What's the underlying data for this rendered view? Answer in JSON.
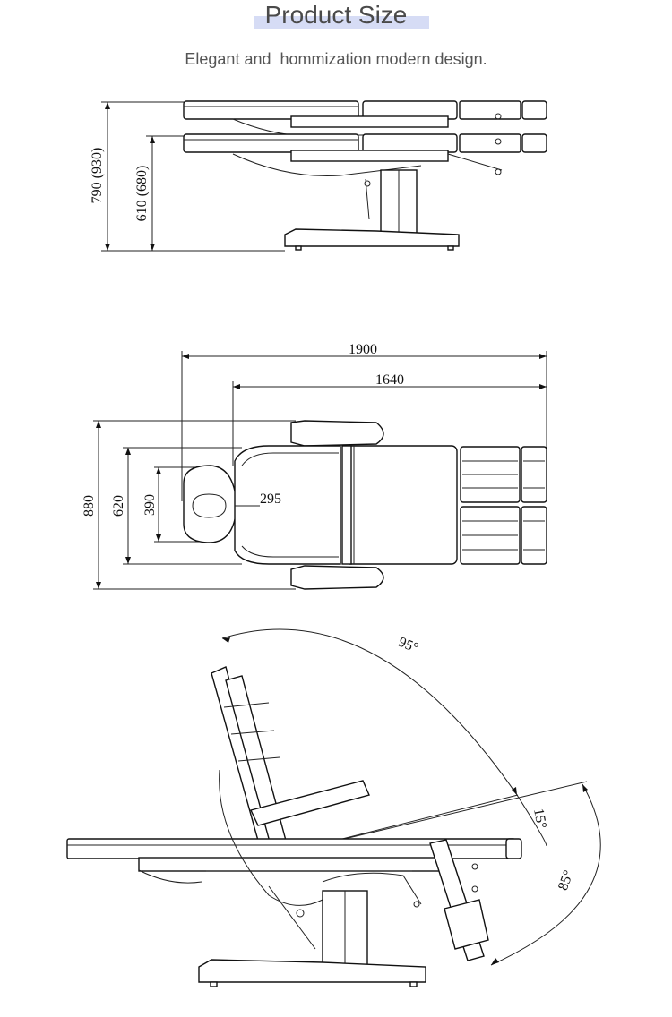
{
  "header": {
    "title": "Product Size",
    "subtitle": "Elegant and  hommization modern design."
  },
  "side_view": {
    "height_max": "790 (930)",
    "height_min": "610 (680)"
  },
  "top_view": {
    "length_total": "1900",
    "length_inner": "1640",
    "width_total": "880",
    "width_body": "620",
    "headrest_width": "390",
    "headrest_offset": "295"
  },
  "angle_view": {
    "backrest_angle": "95°",
    "leg_up_angle": "15°",
    "leg_down_angle": "85°"
  }
}
